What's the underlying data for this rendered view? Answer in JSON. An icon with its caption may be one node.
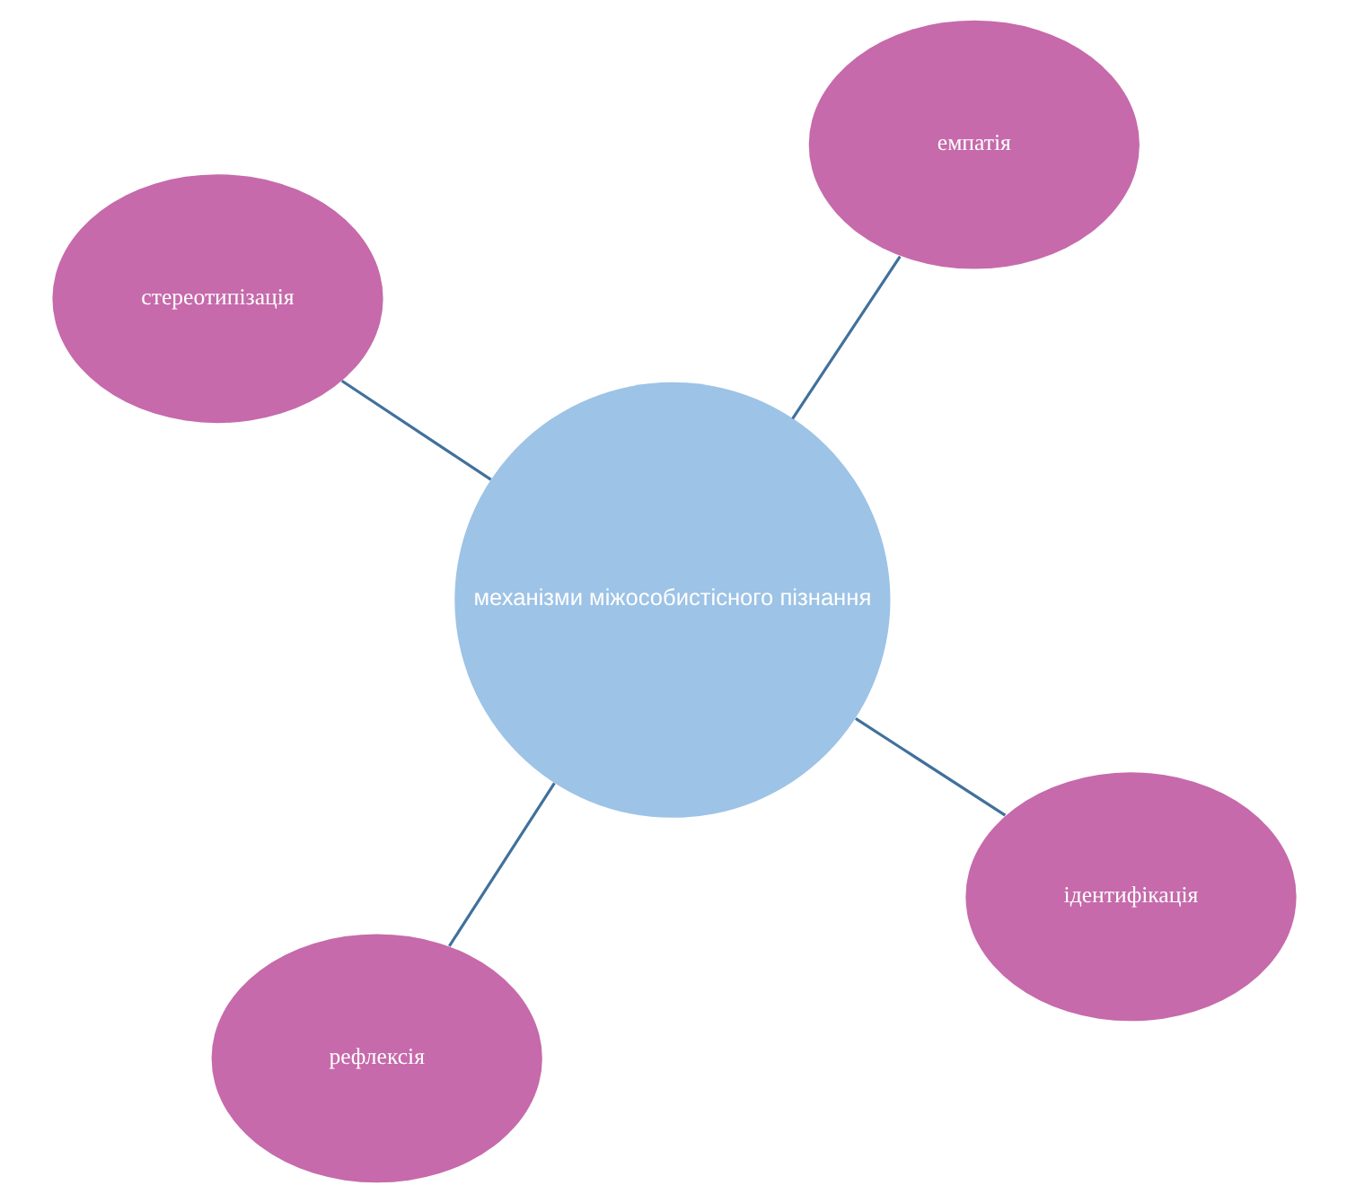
{
  "diagram": {
    "nodes": [
      {
        "text": [
          "механізми міжособистісного пізнання"
        ]
      },
      {
        "text": [
          "ідентифікація"
        ]
      },
      {
        "text": [
          "рефлексія"
        ]
      },
      {
        "text": [
          "стереотипізація"
        ]
      },
      {
        "text": [
          "емпатія"
        ]
      }
    ],
    "edges": [
      {
        "from": 0,
        "to": 1,
        "arrow": "none"
      },
      {
        "from": 0,
        "to": 2,
        "arrow": "none"
      },
      {
        "from": 0,
        "to": 3,
        "arrow": "none"
      },
      {
        "from": 0,
        "to": 4,
        "arrow": "none"
      }
    ]
  }
}
